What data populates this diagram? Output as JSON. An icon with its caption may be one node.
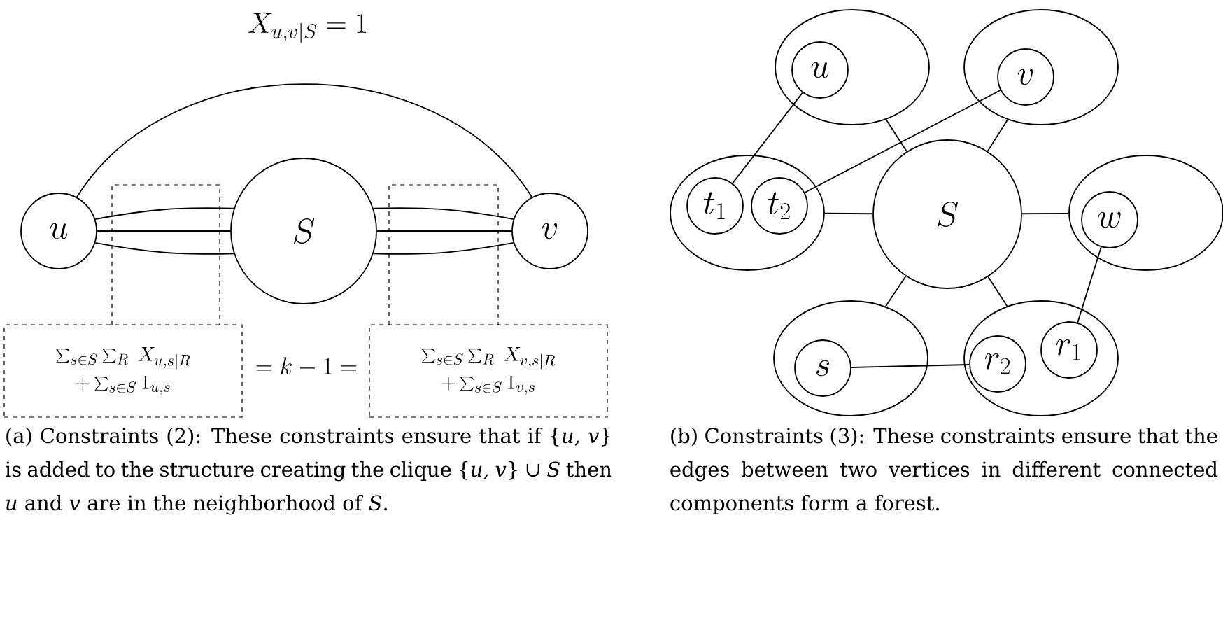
{
  "diagram": {
    "nodes": [
      {
        "text": [
          "u"
        ]
      },
      {
        "text": [
          "S"
        ]
      },
      {
        "text": [
          "v"
        ]
      },
      {
        "text": [
          "\\sum_{s\\in S}\\sum_R\\ X_{u,s|R}",
          "+\\sum_{s\\in S}1_{u,s}"
        ]
      },
      {
        "text": [
          "\\sum_{s\\in S}\\sum_R\\ X_{v,s|R}",
          "+\\sum_{s\\in S}1_{v,s}"
        ]
      },
      {
        "text": [],
        "shape": "ellipse"
      },
      {
        "text": [
          "u"
        ],
        "in": 5
      },
      {
        "text": [],
        "shape": "ellipse"
      },
      {
        "text": [
          "v"
        ],
        "in": 7
      },
      {
        "text": [
          "S"
        ]
      },
      {
        "text": [],
        "shape": "ellipse"
      },
      {
        "text": [
          "t_1"
        ],
        "in": 10
      },
      {
        "text": [
          "t_2"
        ],
        "in": 10
      },
      {
        "text": [],
        "shape": "ellipse"
      },
      {
        "text": [
          "w"
        ],
        "in": 13
      },
      {
        "text": [],
        "shape": "ellipse"
      },
      {
        "text": [
          "s"
        ],
        "in": 15
      },
      {
        "text": [],
        "shape": "ellipse"
      },
      {
        "text": [
          "r_2"
        ],
        "in": 17
      },
      {
        "text": [
          "r_1"
        ],
        "in": 17
      }
    ],
    "edges": [
      {
        "from": 0,
        "to": 1,
        "arrow": "none"
      },
      {
        "from": 0,
        "to": 1,
        "arrow": "none"
      },
      {
        "from": 0,
        "to": 1,
        "arrow": "none"
      },
      {
        "from": 1,
        "to": 2,
        "arrow": "none"
      },
      {
        "from": 1,
        "to": 2,
        "arrow": "none"
      },
      {
        "from": 1,
        "to": 2,
        "arrow": "none"
      },
      {
        "from": 0,
        "to": 2,
        "arrow": "none",
        "label": "X_{u,v|S} = 1"
      },
      {
        "from": 5,
        "to": 9,
        "arrow": "none"
      },
      {
        "from": 7,
        "to": 9,
        "arrow": "none"
      },
      {
        "from": 10,
        "to": 9,
        "arrow": "none"
      },
      {
        "from": 9,
        "to": 13,
        "arrow": "none"
      },
      {
        "from": 15,
        "to": 9,
        "arrow": "none"
      },
      {
        "from": 17,
        "to": 9,
        "arrow": "none"
      },
      {
        "from": 6,
        "to": 11,
        "arrow": "none"
      },
      {
        "from": 8,
        "to": 12,
        "arrow": "none"
      },
      {
        "from": 14,
        "to": 19,
        "arrow": "none"
      },
      {
        "from": 16,
        "to": 18,
        "arrow": "none"
      }
    ],
    "labels": [
      "= k - 1 =",
      "(a) Constraints (2): These constraints ensure that if {*u*, *v*} is added to the structure creating the clique {*u*, *v*} ∪ *S* then *u* and *v* are in the neighborhood of *S*.",
      "(b) Constraints (3): These constraints ensure that the edges between two vertices in different connected components form a forest."
    ]
  }
}
